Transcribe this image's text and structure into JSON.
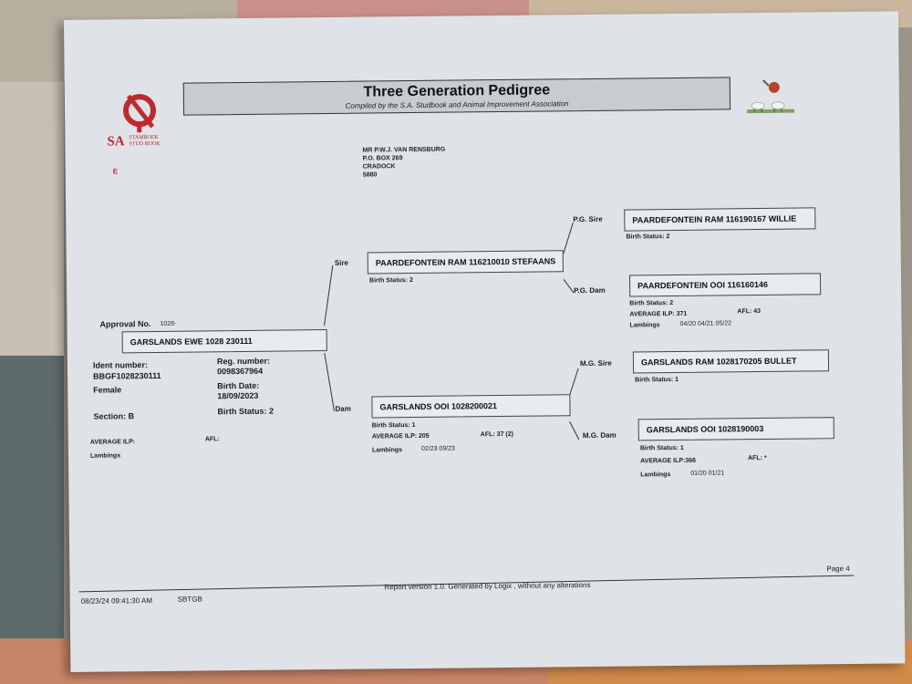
{
  "header": {
    "title": "Three Generation Pedigree",
    "subtitle": "Compiled by the S.A. Studbook and Animal Improvement Association",
    "logo_sa": "SA",
    "logo_line1": "STAMBOEK",
    "logo_line2": "STUD BOOK",
    "marker": "E"
  },
  "owner": {
    "name": "MR P.W.J. VAN RENSBURG",
    "box": "P.O. BOX 269",
    "town": "CRADOCK",
    "code": "5880"
  },
  "animal": {
    "approval_label": "Approval No.",
    "approval_value": "1028-",
    "name": "GARSLANDS EWE 1028 230111",
    "ident_label": "Ident number:",
    "ident_value": "BBGF1028230111",
    "reg_label": "Reg. number:",
    "reg_value": "0098367964",
    "sex": "Female",
    "birth_date_label": "Birth Date:",
    "birth_date_value": "18/09/2023",
    "section": "Section: B",
    "birth_status": "Birth Status: 2",
    "avg_ilp": "AVERAGE ILP:",
    "afl": "AFL:",
    "lambings": "Lambings"
  },
  "sire": {
    "label": "Sire",
    "name": "PAARDEFONTEIN RAM 116210010 STEFAANS",
    "birth_status": "Birth Status: 2"
  },
  "dam": {
    "label": "Dam",
    "name": "GARSLANDS OOI 1028200021",
    "birth_status": "Birth Status: 1",
    "avg_ilp": "AVERAGE ILP:  205",
    "afl": "AFL:   37 (2)",
    "lambings_label": "Lambings",
    "lambings_value": "02/23 09/23"
  },
  "pg_sire": {
    "label": "P.G. Sire",
    "name": "PAARDEFONTEIN RAM 116190167 WILLIE",
    "birth_status": "Birth Status: 2"
  },
  "pg_dam": {
    "label": "P.G. Dam",
    "name": "PAARDEFONTEIN OOI 116160146",
    "birth_status": "Birth Status: 2",
    "avg_ilp": "AVERAGE ILP:  371",
    "afl": "AFL:   43",
    "lambings_label": "Lambings",
    "lambings_value": "04/20 04/21 05/22"
  },
  "mg_sire": {
    "label": "M.G. Sire",
    "name": "GARSLANDS RAM 1028170205 BULLET",
    "birth_status": "Birth Status: 1"
  },
  "mg_dam": {
    "label": "M.G. Dam",
    "name": "GARSLANDS OOI 1028190003",
    "birth_status": "Birth Status: 1",
    "avg_ilp": "AVERAGE ILP:366",
    "afl": "AFL:  *",
    "lambings_label": "Lambings",
    "lambings_value": "01/20 01/21"
  },
  "footer": {
    "timestamp": "08/23/24 09:41:30 AM",
    "code": "SBTGB",
    "report": "Report version 1.0. Generated by Logix , without any alterations",
    "page": "Page 4"
  },
  "colors": {
    "logo_red": "#c0282d",
    "marker_red": "#c0282d"
  }
}
